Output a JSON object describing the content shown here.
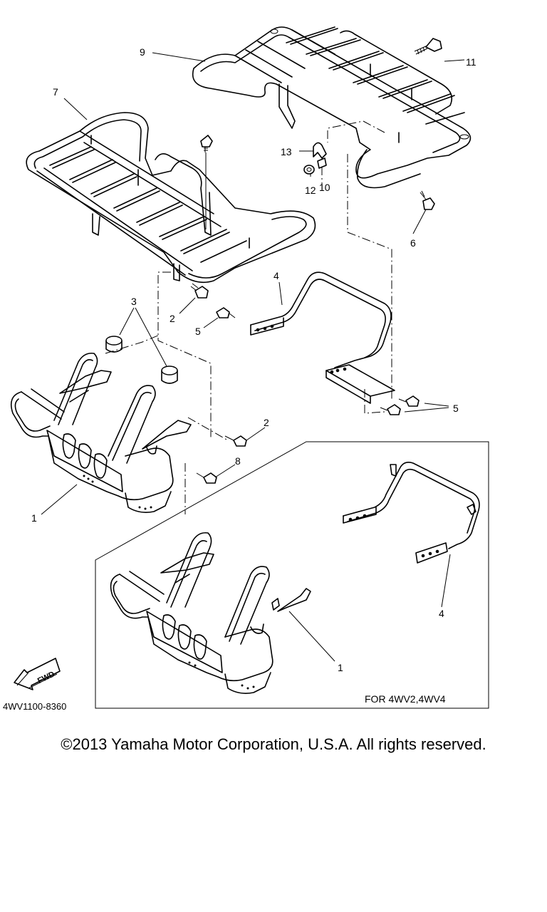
{
  "drawing_code": "4WV1100-8360",
  "inset_note": "FOR 4WV2,4WV4",
  "fwd_label": "FWD",
  "copyright": "©2013 Yamaha Motor Corporation, U.S.A. All rights reserved.",
  "callouts": {
    "c1_main": "1",
    "c1_inset": "1",
    "c2_upper": "2",
    "c2_lower": "2",
    "c3": "3",
    "c4_main": "4",
    "c4_inset": "4",
    "c5_left": "5",
    "c5_right": "5",
    "c6": "6",
    "c7": "7",
    "c8": "8",
    "c9": "9",
    "c10": "10",
    "c11": "11",
    "c12": "12",
    "c13": "13"
  }
}
